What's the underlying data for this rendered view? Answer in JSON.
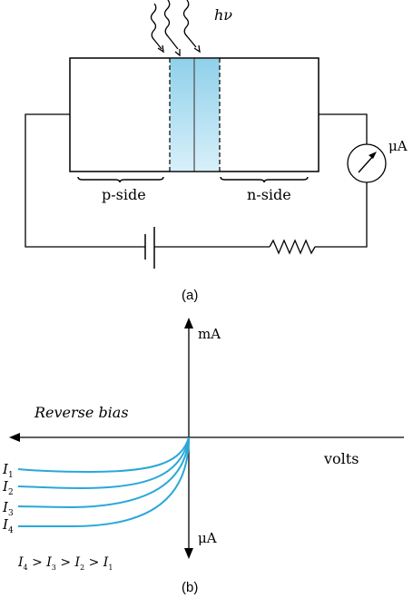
{
  "figure_a": {
    "photon_label": "hν",
    "meter_label": "μA",
    "p_side_label": "p-side",
    "n_side_label": "n-side",
    "caption": "(a)",
    "junction_color": "#a9dbef"
  },
  "figure_b": {
    "y_positive_label": "mA",
    "y_negative_label": "μA",
    "x_label": "volts",
    "reverse_bias_label": "Reverse bias",
    "curve_labels": [
      {
        "base": "I",
        "sub": "1"
      },
      {
        "base": "I",
        "sub": "2"
      },
      {
        "base": "I",
        "sub": "3"
      },
      {
        "base": "I",
        "sub": "4"
      }
    ],
    "inequality": [
      {
        "base": "I",
        "sub": "4"
      },
      {
        "base": "I",
        "sub": "3"
      },
      {
        "base": "I",
        "sub": "2"
      },
      {
        "base": "I",
        "sub": "1"
      }
    ],
    "inequality_operator": ">",
    "caption": "(b)",
    "curve_color": "#29a8d8"
  }
}
